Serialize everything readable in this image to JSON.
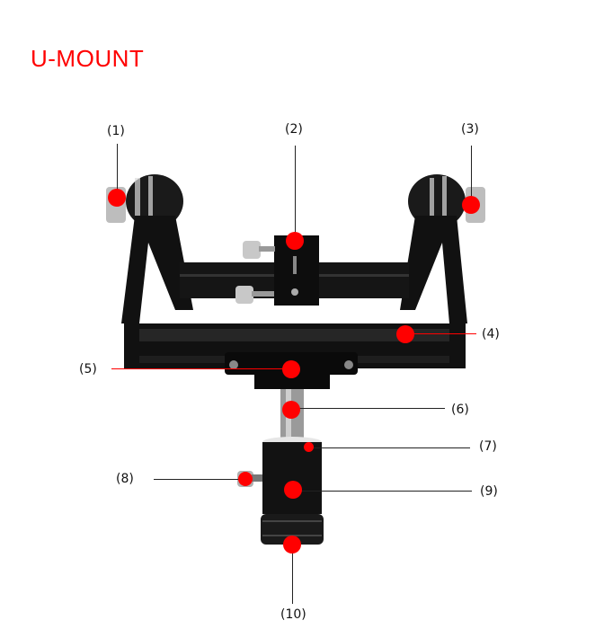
{
  "title": "U-MOUNT",
  "accent_color": "#ff0000",
  "callouts": [
    {
      "id": 1,
      "label": "(1)",
      "part": "left-knob"
    },
    {
      "id": 2,
      "label": "(2)",
      "part": "center-clamp"
    },
    {
      "id": 3,
      "label": "(3)",
      "part": "right-knob"
    },
    {
      "id": 4,
      "label": "(4)",
      "part": "front-rail"
    },
    {
      "id": 5,
      "label": "(5)",
      "part": "rail-clamp-block"
    },
    {
      "id": 6,
      "label": "(6)",
      "part": "post"
    },
    {
      "id": 7,
      "label": "(7)",
      "part": "post-collar"
    },
    {
      "id": 8,
      "label": "(8)",
      "part": "side-thumbscrew"
    },
    {
      "id": 9,
      "label": "(9)",
      "part": "base-cylinder"
    },
    {
      "id": 10,
      "label": "(10)",
      "part": "knurled-base-ring"
    }
  ]
}
